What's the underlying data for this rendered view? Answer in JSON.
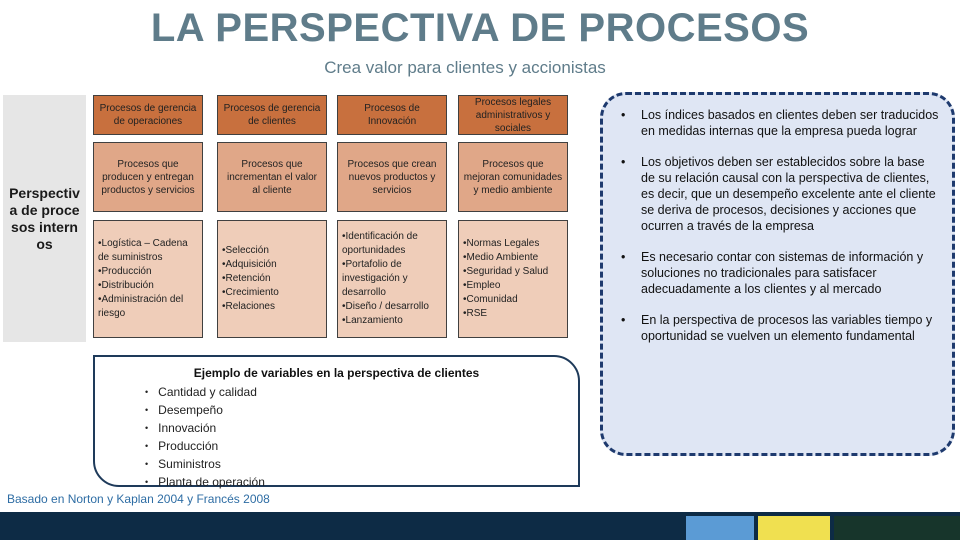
{
  "title": "LA PERSPECTIVA DE PROCESOS",
  "subtitle": "Crea valor para clientes y accionistas",
  "side_label": "Perspectiva de procesos internos",
  "columns": [
    {
      "header": "Procesos de gerencia de operaciones",
      "description": "Procesos que producen y entregan productos y servicios",
      "items": [
        "Logística – Cadena de suministros",
        "Producción",
        "Distribución",
        "Administración del riesgo"
      ]
    },
    {
      "header": "Procesos de gerencia de clientes",
      "description": "Procesos que incrementan el valor al cliente",
      "items": [
        "Selección",
        "Adquisición",
        "Retención",
        "Crecimiento",
        "Relaciones"
      ]
    },
    {
      "header": "Procesos de Innovación",
      "description": "Procesos que crean nuevos productos y servicios",
      "items": [
        "Identificación de oportunidades",
        "Portafolio de investigación y desarrollo",
        "Diseño / desarrollo",
        "Lanzamiento"
      ]
    },
    {
      "header": "Procesos legales administrativos y sociales",
      "description": "Procesos que mejoran comunidades y medio ambiente",
      "items": [
        "Normas Legales",
        "Medio Ambiente",
        "Seguridad y Salud",
        "Empleo",
        "Comunidad",
        "RSE"
      ]
    }
  ],
  "example": {
    "title": "Ejemplo de variables en la perspectiva de clientes",
    "items": [
      "Cantidad y calidad",
      "Desempeño",
      "Innovación",
      "Producción",
      "Suministros",
      "Planta de operación"
    ]
  },
  "notes": [
    "Los índices basados en clientes deben ser traducidos en medidas internas que la empresa pueda lograr",
    "Los objetivos deben ser establecidos sobre la base de su relación causal con la perspectiva de clientes, es decir, que un desempeño excelente ante el cliente se deriva de procesos, decisiones y acciones que ocurren a través de la empresa",
    "Es necesario contar con sistemas de información y soluciones no tradicionales para satisfacer adecuadamente a los clientes y al mercado",
    "En la perspectiva de procesos las variables tiempo y oportunidad se vuelven un elemento fundamental"
  ],
  "credit": "Basado en Norton y Kaplan 2004 y Francés 2008",
  "colors": {
    "title": "#5f7c8a",
    "header_box": "#c8703e",
    "description_box": "#e0a788",
    "items_box": "#efcdb9",
    "note_background": "#dfe6f4",
    "footer": "#0d2b45",
    "footer_blue": "#5b9bd5",
    "footer_yellow": "#f0e050",
    "footer_green": "#17352b"
  }
}
